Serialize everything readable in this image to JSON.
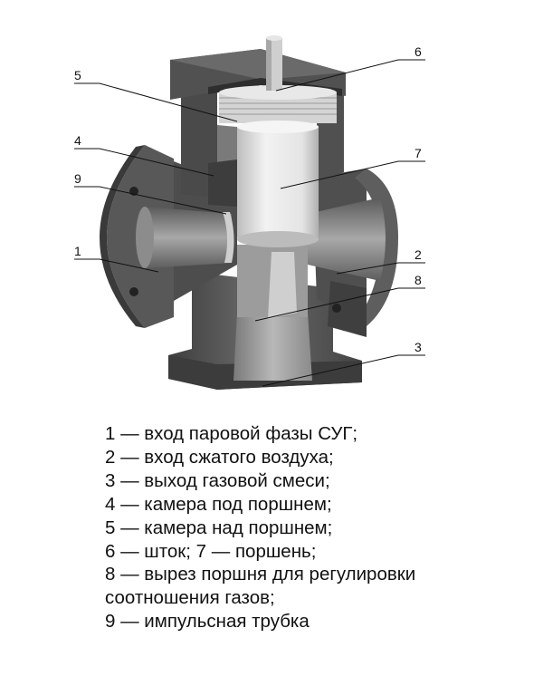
{
  "callouts": [
    {
      "number": "1",
      "text": "1 — вход паровой фазы СУГ;"
    },
    {
      "number": "2",
      "text": "2 — вход сжатого воздуха;"
    },
    {
      "number": "3",
      "text": "3 — выход газовой смеси;"
    },
    {
      "number": "4",
      "text": "4 — камера под поршнем;"
    },
    {
      "number": "5",
      "text": "5 — камера над поршнем;"
    },
    {
      "number": "6",
      "text": ""
    },
    {
      "number": "7",
      "text": ""
    },
    {
      "number": "8",
      "text": ""
    },
    {
      "number": "9",
      "text": ""
    }
  ],
  "legend_lines": [
    "1 — вход паровой фазы СУГ;",
    "2 — вход сжатого воздуха;",
    "3 — выход газовой смеси;",
    "4 — камера под поршнем;",
    "5 — камера над поршнем;",
    "6 — шток; 7 — поршень;",
    "8 — вырез поршня для регулировки",
    "соотношения газов;",
    "9 — импульсная трубка"
  ],
  "colors": {
    "body_dark": "#4a4a4a",
    "body_mid": "#6e6e6e",
    "body_light": "#9a9a9a",
    "piston": "#e2e2e2",
    "text": "#111111"
  }
}
